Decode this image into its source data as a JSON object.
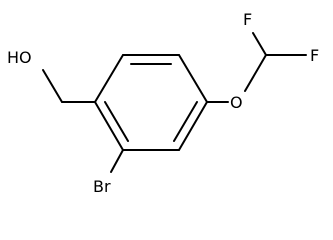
{
  "molecule": {
    "atoms": {
      "hydroxyl": "HO",
      "bromine": "Br",
      "oxygen": "O",
      "fluorine_top": "F",
      "fluorine_right": "F"
    },
    "colors": {
      "bond": "#000000",
      "label": "#000000",
      "background": "#ffffff"
    }
  }
}
